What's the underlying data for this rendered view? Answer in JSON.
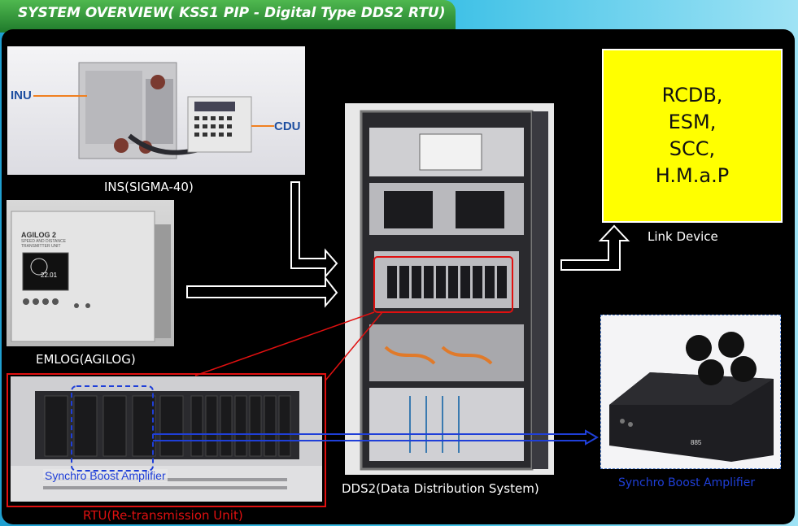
{
  "header": {
    "title": "SYSTEM OVERVIEW( KSS1 PIP - Digital Type DDS2 RTU)"
  },
  "ins": {
    "caption": "INS(SIGMA-40)",
    "inu_label": "INU",
    "cdu_label": "CDU"
  },
  "emlog": {
    "caption": "EMLOG(AGILOG)",
    "device_brand": "AGILOG 2",
    "device_sub": "SPEED AND DISTANCE TRANSMITTER UNIT",
    "display_value": "22.01"
  },
  "dds": {
    "caption": "DDS2(Data Distribution System)"
  },
  "link": {
    "caption": "Link Device",
    "items": [
      "RCDB,",
      "ESM,",
      "SCC,",
      "H.M.a.P"
    ]
  },
  "rtu": {
    "caption": "RTU(Re-transmission Unit)",
    "sba_label": "Synchro Boost Amplifier"
  },
  "sba": {
    "caption": "Synchro Boost Amplifier",
    "plate_text": "885"
  },
  "colors": {
    "panel": "#000000",
    "tab": "#2e9a3a",
    "yellow": "#ffff00",
    "highlight_red": "#e01010",
    "highlight_blue": "#1f3fd8"
  }
}
